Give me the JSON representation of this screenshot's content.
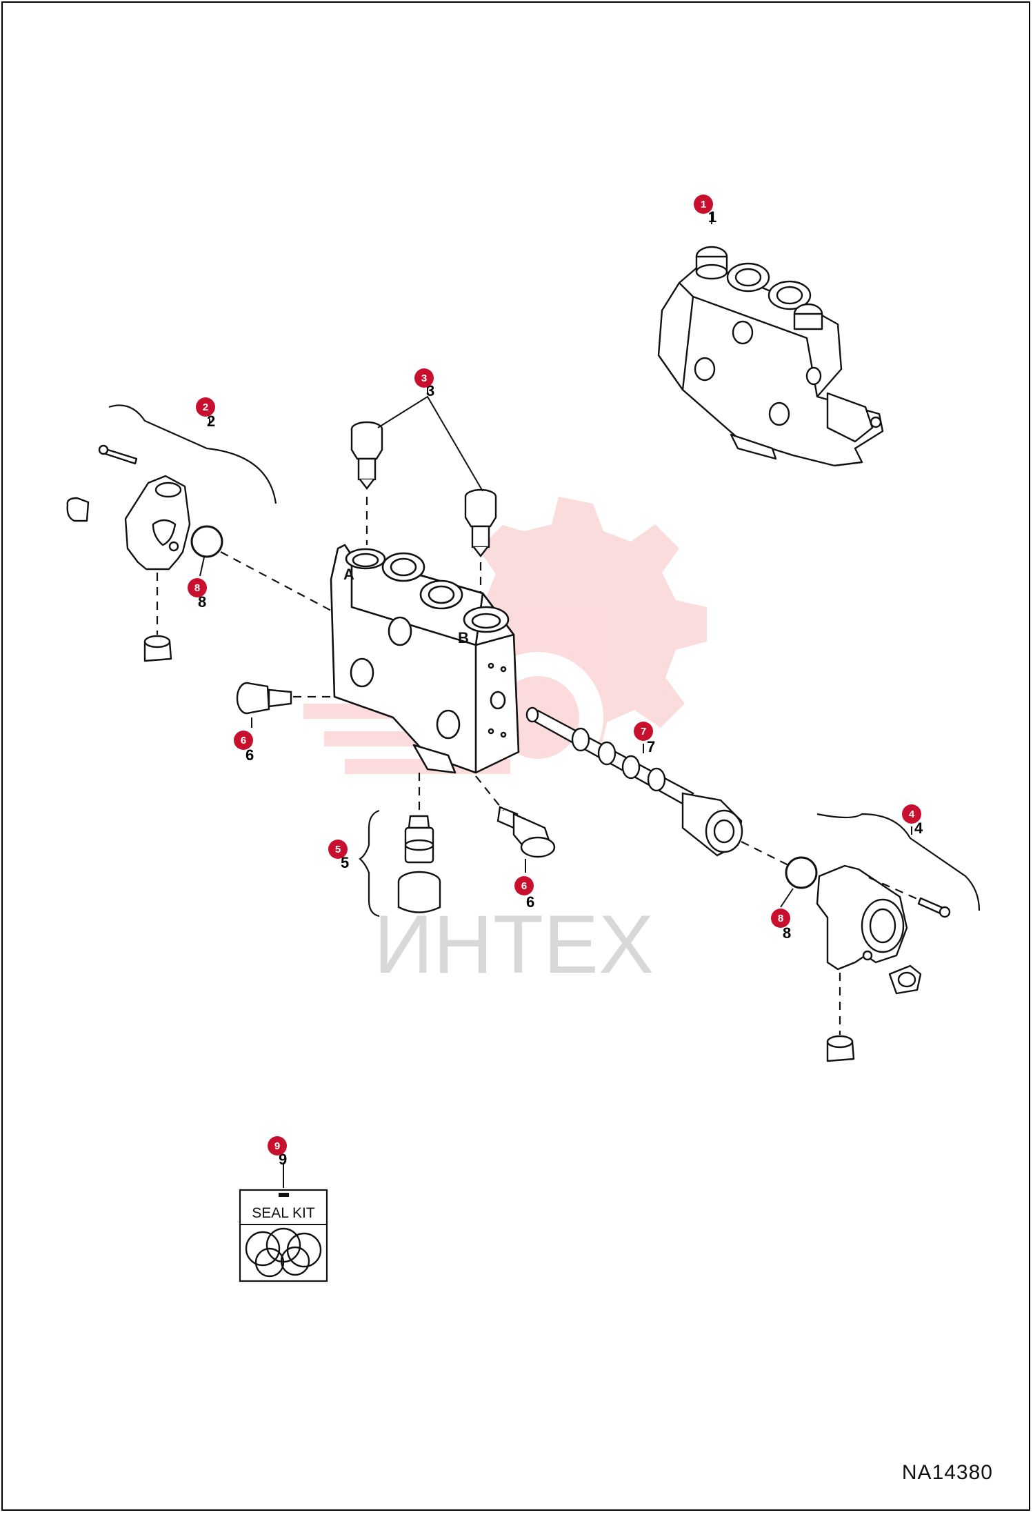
{
  "drawing_id": "NA14380",
  "watermark": {
    "text": "ИНТЕХ",
    "color": "#e8262e"
  },
  "callout_color": "#c8102e",
  "callouts": [
    {
      "id": "c1",
      "label": "1"
    },
    {
      "id": "c2",
      "label": "2"
    },
    {
      "id": "c3",
      "label": "3"
    },
    {
      "id": "c4",
      "label": "4"
    },
    {
      "id": "c5",
      "label": "5"
    },
    {
      "id": "c6a",
      "label": "6"
    },
    {
      "id": "c6b",
      "label": "6"
    },
    {
      "id": "c7",
      "label": "7"
    },
    {
      "id": "c8a",
      "label": "8"
    },
    {
      "id": "c8b",
      "label": "8"
    },
    {
      "id": "c9",
      "label": "9"
    }
  ],
  "valve_ports": {
    "port_a": "A",
    "port_b": "B"
  },
  "seal_kit": {
    "label": "SEAL KIT"
  }
}
